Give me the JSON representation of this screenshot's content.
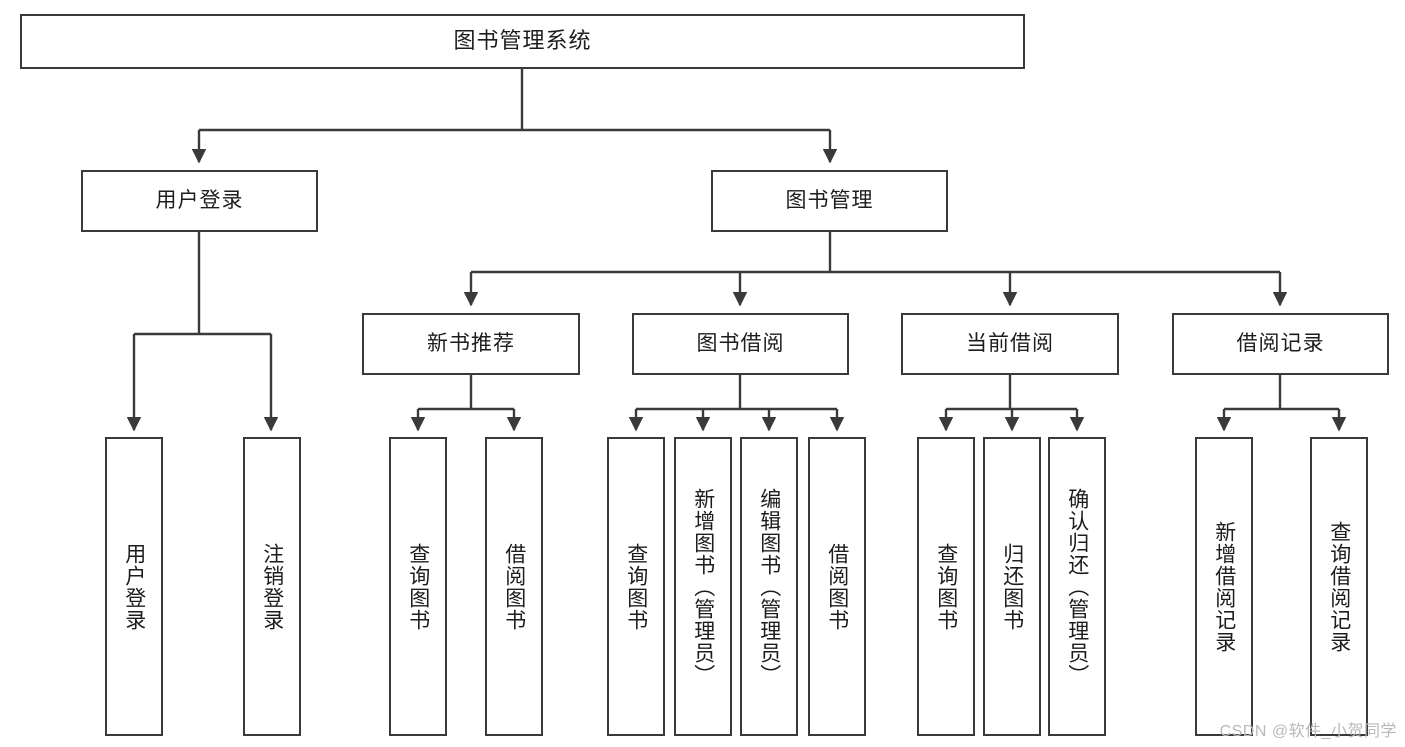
{
  "diagram": {
    "title": "图书管理系统",
    "type": "tree-diagram",
    "watermark": "CSDN @软件_小贺同学",
    "colors": {
      "border": "#3a3a3a",
      "text": "#1d1d1d",
      "background": "#ffffff",
      "watermark": "#b9b9b9"
    }
  },
  "root": {
    "label": "图书管理系统"
  },
  "level2": [
    {
      "label": "用户登录"
    },
    {
      "label": "图书管理"
    }
  ],
  "level3": [
    {
      "label": "新书推荐"
    },
    {
      "label": "图书借阅"
    },
    {
      "label": "当前借阅"
    },
    {
      "label": "借阅记录"
    }
  ],
  "leaves": {
    "user_login": [
      {
        "label": "用户登录"
      },
      {
        "label": "注销登录"
      }
    ],
    "new_book": [
      {
        "label": "查询图书"
      },
      {
        "label": "借阅图书"
      }
    ],
    "book_borrow": [
      {
        "label": "查询图书"
      },
      {
        "label": "新增图书（管理员）"
      },
      {
        "label": "编辑图书（管理员）"
      },
      {
        "label": "借阅图书"
      }
    ],
    "current_borrow": [
      {
        "label": "查询图书"
      },
      {
        "label": "归还图书"
      },
      {
        "label": "确认归还（管理员）"
      }
    ],
    "borrow_record": [
      {
        "label": "新增借阅记录"
      },
      {
        "label": "查询借阅记录"
      }
    ]
  }
}
